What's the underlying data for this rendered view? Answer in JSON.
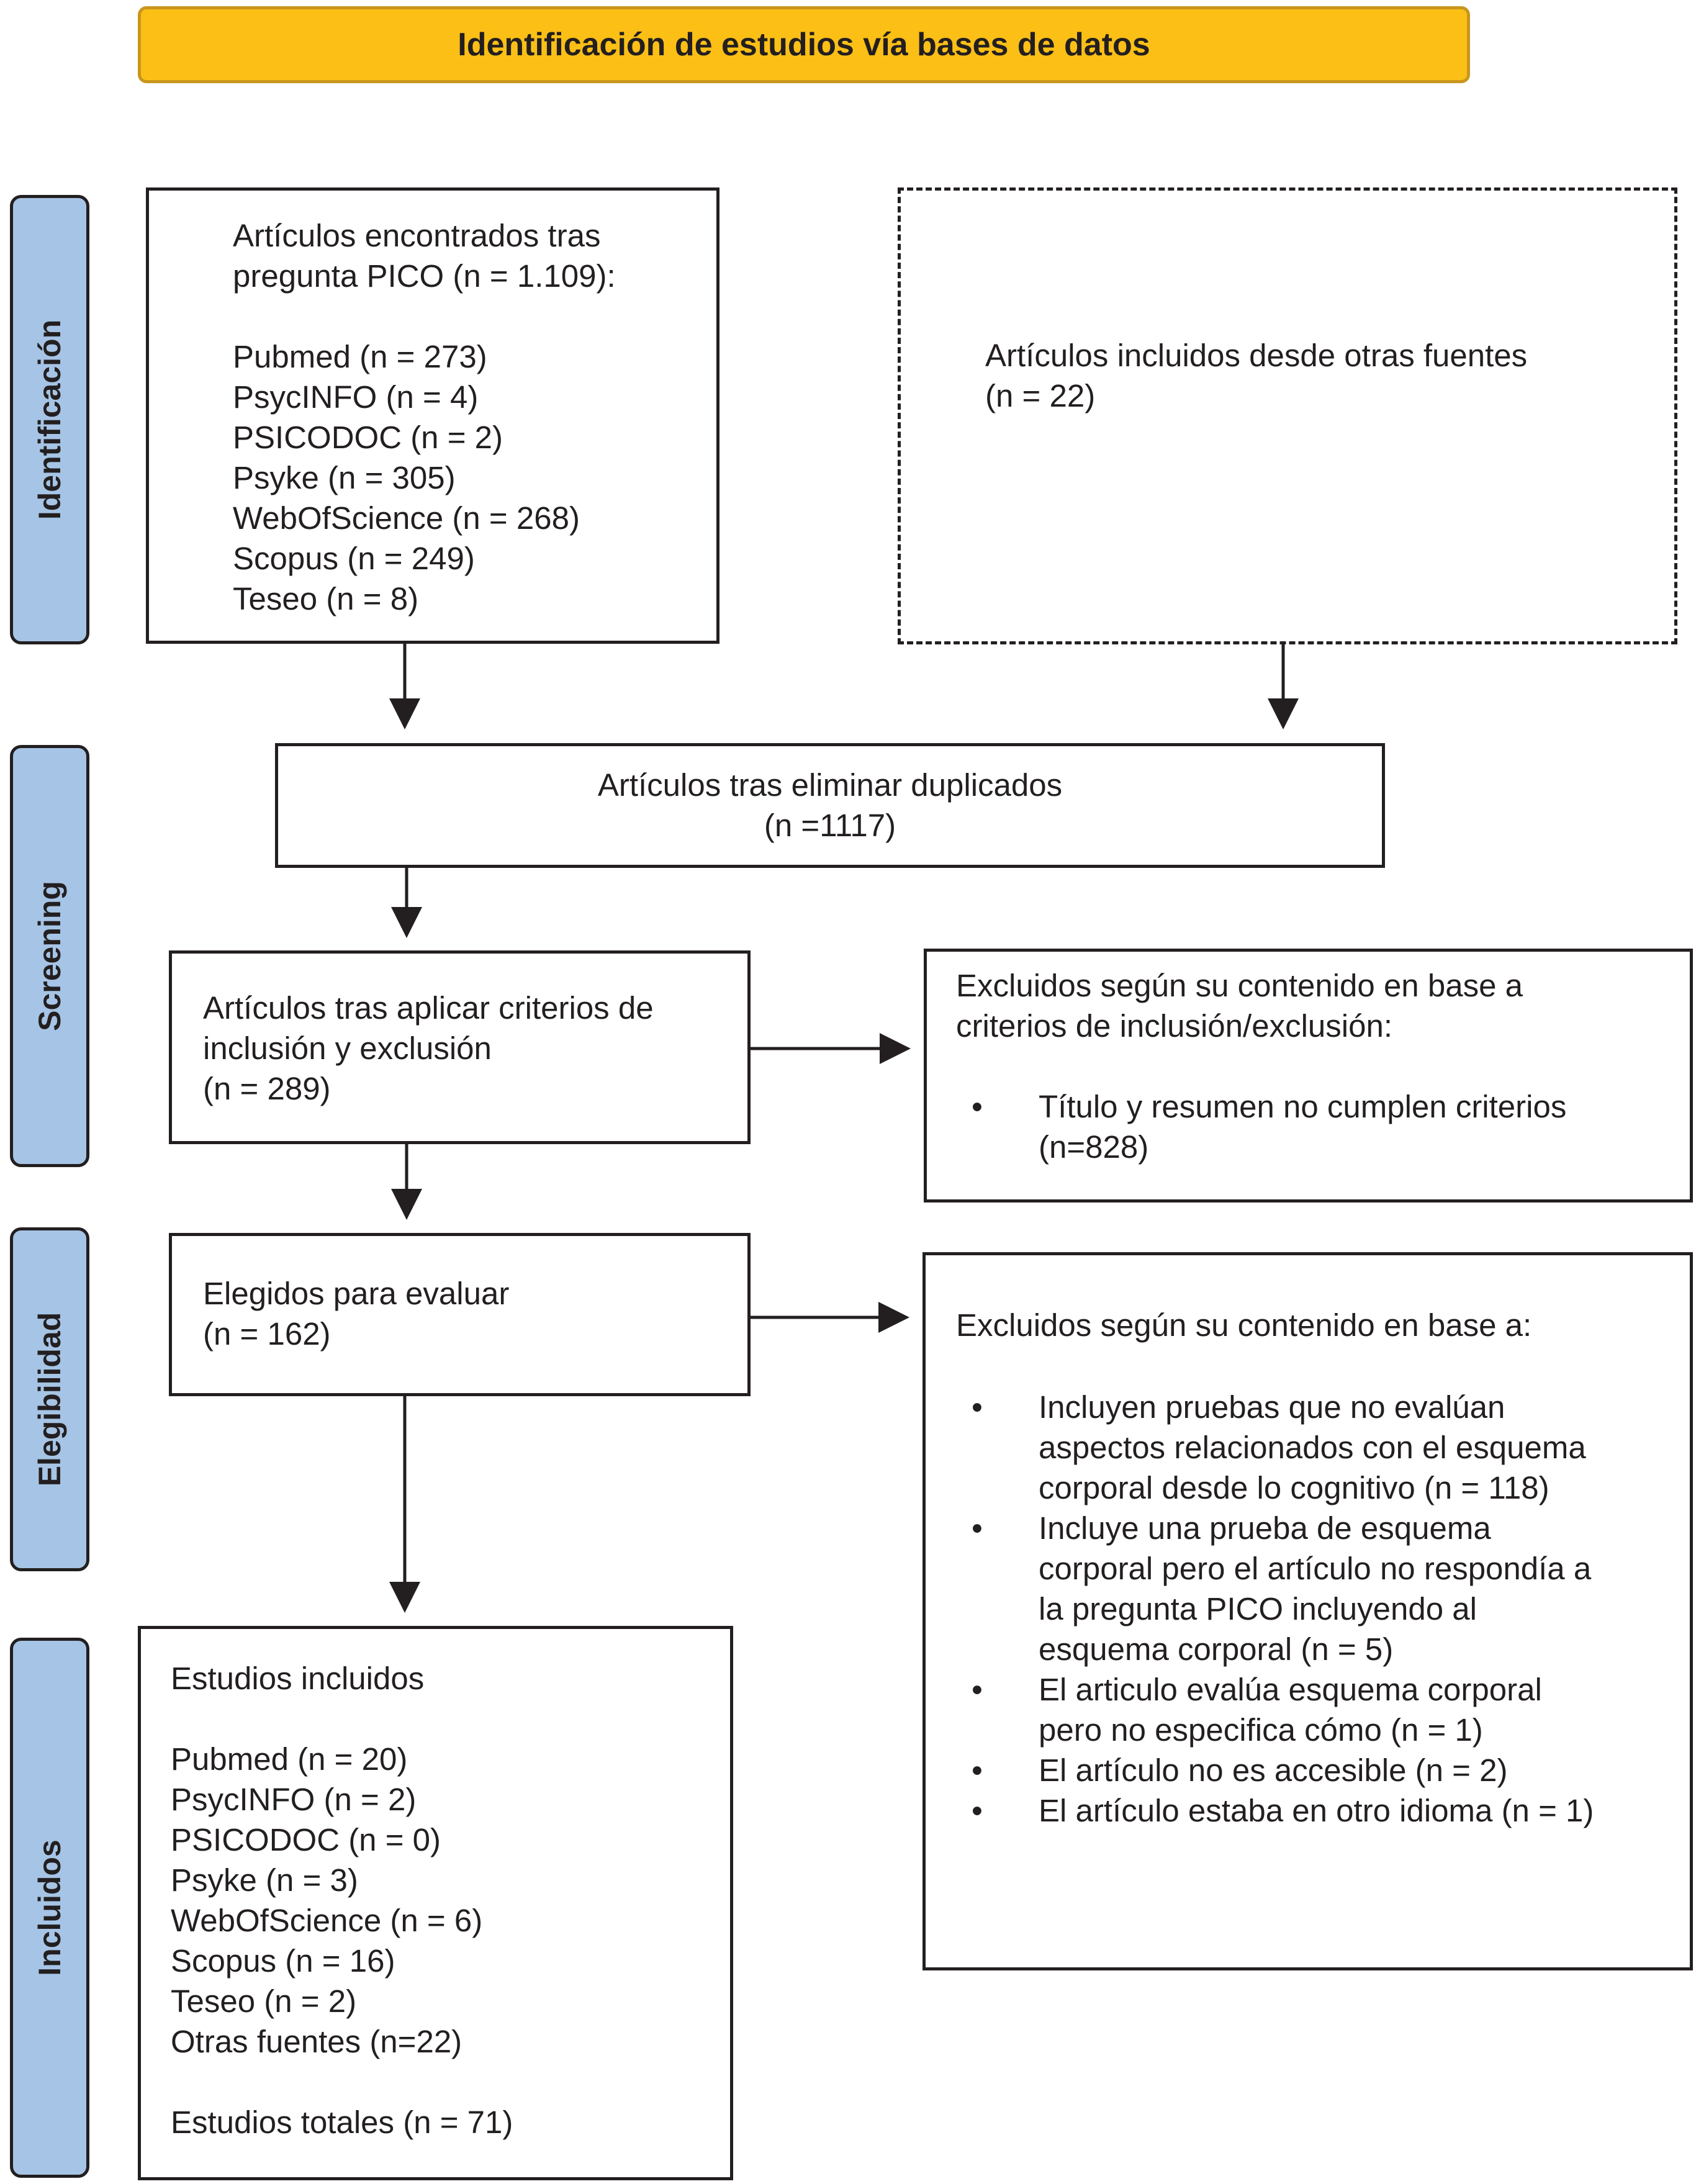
{
  "header": {
    "title": "Identificación de estudios vía bases de datos"
  },
  "stages": {
    "identificacion": "Identificación",
    "screening": "Screening",
    "elegibilidad": "Elegibilidad",
    "incluidos": "Incluidos"
  },
  "identification_box": {
    "lines": [
      "Artículos encontrados tras",
      "pregunta PICO (n = 1.109):",
      "Pubmed (n = 273)",
      "PsycINFO (n = 4)",
      "PSICODOC (n = 2)",
      "Psyke (n = 305)",
      "WebOfScience (n = 268)",
      "Scopus (n = 249)",
      "Teseo (n = 8)"
    ]
  },
  "other_sources_box": {
    "lines": [
      "Artículos incluidos desde otras fuentes",
      "(n = 22)"
    ]
  },
  "duplicates_box": {
    "lines": [
      "Artículos tras eliminar duplicados",
      "(n =1117)"
    ]
  },
  "criteria_box": {
    "lines": [
      "Artículos tras aplicar criterios de",
      "inclusión y exclusión",
      "(n = 289)"
    ]
  },
  "excluded_screening_box": {
    "lines": [
      "Excluidos según su contenido en base a",
      "criterios de inclusión/exclusión:"
    ],
    "bullets": [
      {
        "lines": [
          "Título y resumen no cumplen criterios",
          "(n=828)"
        ]
      }
    ]
  },
  "eligible_box": {
    "lines": [
      "Elegidos para evaluar",
      "(n = 162)"
    ]
  },
  "excluded_eligibility_box": {
    "heading": "Excluidos según su contenido en base a:",
    "bullets": [
      {
        "lines": [
          "Incluyen pruebas que no evalúan",
          "aspectos relacionados con el esquema",
          "corporal desde lo cognitivo (n = 118)"
        ]
      },
      {
        "lines": [
          "Incluye una prueba de esquema",
          "corporal pero el artículo no respondía a",
          "la pregunta PICO incluyendo al",
          "esquema corporal (n = 5)"
        ]
      },
      {
        "lines": [
          "El articulo evalúa esquema corporal",
          "pero no especifica cómo (n = 1)"
        ]
      },
      {
        "lines": [
          "El artículo no es accesible (n = 2)"
        ]
      },
      {
        "lines": [
          "El artículo estaba en otro idioma (n = 1)"
        ]
      }
    ]
  },
  "included_box": {
    "lines": [
      "Estudios incluidos",
      "Pubmed (n = 20)",
      "PsycINFO (n = 2)",
      "PSICODOC (n = 0)",
      "Psyke (n = 3)",
      "WebOfScience (n = 6)",
      "Scopus (n = 16)",
      "Teseo (n = 2)",
      "Otras fuentes (n=22)",
      "Estudios totales (n = 71)"
    ]
  }
}
